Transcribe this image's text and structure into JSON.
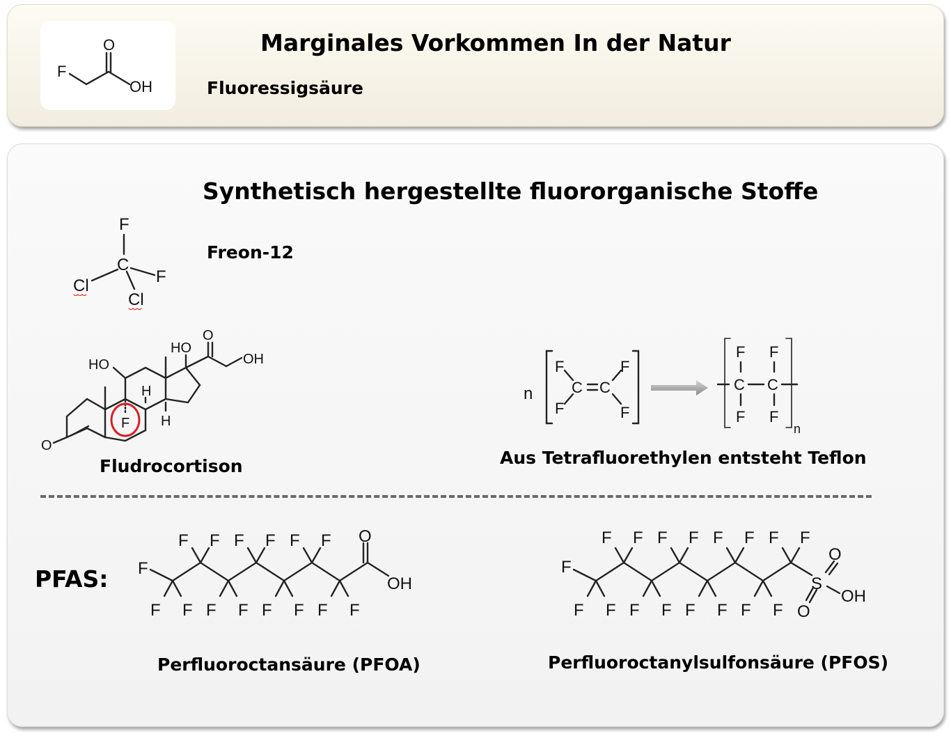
{
  "natural": {
    "title": "Marginales Vorkommen In der Natur",
    "compound": "Fluoressigsäure"
  },
  "synthetic": {
    "title": "Synthetisch  hergestellte fluororganische Stoffe",
    "freon": "Freon-12",
    "fludrocortison": "Fludrocortison",
    "teflon": "Aus Tetrafluorethylen entsteht Teflon"
  },
  "pfas": {
    "label": "PFAS:",
    "pfoa": "Perfluoroctansäure (PFOA)",
    "pfos": "Perfluoroctanylsulfonsäure (PFOS)"
  },
  "colors": {
    "top_panel": "#f5f1e4",
    "bottom_panel": "#f5f5f5",
    "highlight_ring": "#d62020",
    "arrow": "#a8a8a8"
  }
}
